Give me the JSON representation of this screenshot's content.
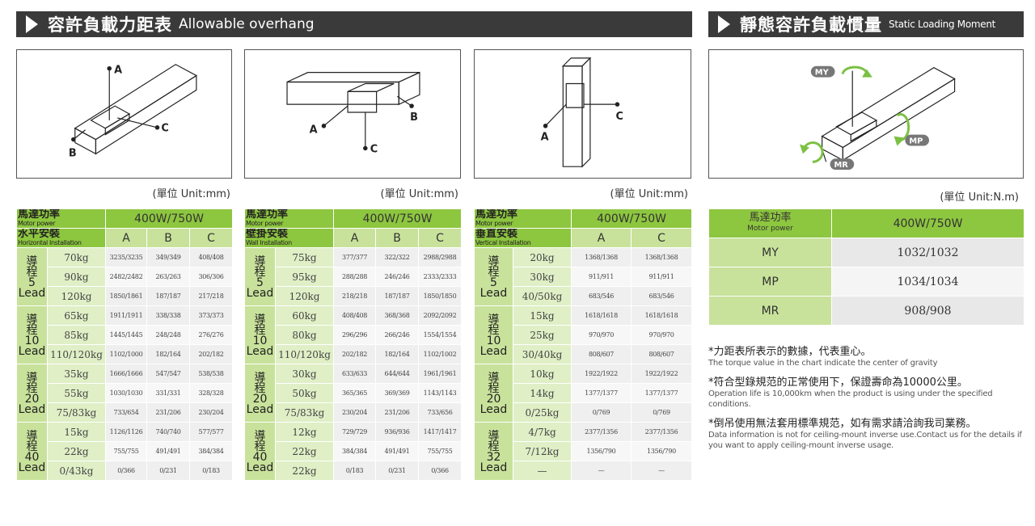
{
  "header_left": {
    "zh": "容許負載力距表",
    "en": "Allowable overhang"
  },
  "header_right": {
    "zh": "靜態容許負載慣量",
    "en": "Static Loading Moment"
  },
  "diagrams": {
    "horizontal": {
      "labels": [
        "A",
        "B",
        "C"
      ]
    },
    "wall": {
      "labels": [
        "A",
        "B",
        "C"
      ]
    },
    "vertical": {
      "labels": [
        "A",
        "C"
      ]
    },
    "moment": {
      "labels": [
        "MY",
        "MP",
        "MR"
      ]
    }
  },
  "units": {
    "mm": "(單位 Unit:mm)",
    "nm": "(單位 Unit:N.m)"
  },
  "common": {
    "motor_zh": "馬達功率",
    "motor_en": "Motor power",
    "power": "400W/750W"
  },
  "table_h": {
    "install_zh": "水平安裝",
    "install_en": "Horizontal Installation",
    "cols": [
      "A",
      "B",
      "C"
    ],
    "groups": [
      {
        "lead": [
          "導",
          "程",
          "5",
          "Lead"
        ],
        "rows": [
          [
            "70kg",
            "3235/3235",
            "349/349",
            "408/408"
          ],
          [
            "90kg",
            "2482/2482",
            "263/263",
            "306/306"
          ],
          [
            "120kg",
            "1850/1861",
            "187/187",
            "217/218"
          ]
        ]
      },
      {
        "lead": [
          "導",
          "程",
          "10",
          "Lead"
        ],
        "rows": [
          [
            "65kg",
            "1911/1911",
            "338/338",
            "373/373"
          ],
          [
            "85kg",
            "1445/1445",
            "248/248",
            "276/276"
          ],
          [
            "110/120kg",
            "1102/1000",
            "182/164",
            "202/182"
          ]
        ]
      },
      {
        "lead": [
          "導",
          "程",
          "20",
          "Lead"
        ],
        "rows": [
          [
            "35kg",
            "1666/1666",
            "547/547",
            "538/538"
          ],
          [
            "55kg",
            "1030/1030",
            "331/331",
            "328/328"
          ],
          [
            "75/83kg",
            "733/654",
            "231/206",
            "230/204"
          ]
        ]
      },
      {
        "lead": [
          "導",
          "程",
          "40",
          "Lead"
        ],
        "rows": [
          [
            "15kg",
            "1126/1126",
            "740/740",
            "577/577"
          ],
          [
            "22kg",
            "755/755",
            "491/491",
            "384/384"
          ],
          [
            "0/43kg",
            "0/366",
            "0/231",
            "0/183"
          ]
        ]
      }
    ]
  },
  "table_w": {
    "install_zh": "壁掛安裝",
    "install_en": "Wall Installation",
    "cols": [
      "A",
      "B",
      "C"
    ],
    "groups": [
      {
        "lead": [
          "導",
          "程",
          "5",
          "Lead"
        ],
        "rows": [
          [
            "75kg",
            "377/377",
            "322/322",
            "2988/2988"
          ],
          [
            "95kg",
            "288/288",
            "246/246",
            "2333/2333"
          ],
          [
            "120kg",
            "218/218",
            "187/187",
            "1850/1850"
          ]
        ]
      },
      {
        "lead": [
          "導",
          "程",
          "10",
          "Lead"
        ],
        "rows": [
          [
            "60kg",
            "408/408",
            "368/368",
            "2092/2092"
          ],
          [
            "80kg",
            "296/296",
            "266/246",
            "1554/1554"
          ],
          [
            "110/120kg",
            "202/182",
            "182/164",
            "1102/1002"
          ]
        ]
      },
      {
        "lead": [
          "導",
          "程",
          "20",
          "Lead"
        ],
        "rows": [
          [
            "30kg",
            "633/633",
            "644/644",
            "1961/1961"
          ],
          [
            "50kg",
            "365/365",
            "369/369",
            "1143/1143"
          ],
          [
            "75/83kg",
            "230/204",
            "231/206",
            "733/656"
          ]
        ]
      },
      {
        "lead": [
          "導",
          "程",
          "40",
          "Lead"
        ],
        "rows": [
          [
            "12kg",
            "729/729",
            "936/936",
            "1417/1417"
          ],
          [
            "22kg",
            "384/384",
            "491/491",
            "755/755"
          ],
          [
            "22kg",
            "0/183",
            "0/231",
            "0/366"
          ]
        ]
      }
    ]
  },
  "table_v": {
    "install_zh": "垂直安裝",
    "install_en": "Vertical Installation",
    "cols": [
      "A",
      "C"
    ],
    "groups": [
      {
        "lead": [
          "導",
          "程",
          "5",
          "Lead"
        ],
        "rows": [
          [
            "20kg",
            "1368/1368",
            "1368/1368"
          ],
          [
            "30kg",
            "911/911",
            "911/911"
          ],
          [
            "40/50kg",
            "683/546",
            "683/546"
          ]
        ]
      },
      {
        "lead": [
          "導",
          "程",
          "10",
          "Lead"
        ],
        "rows": [
          [
            "15kg",
            "1618/1618",
            "1618/1618"
          ],
          [
            "25kg",
            "970/970",
            "970/970"
          ],
          [
            "30/40kg",
            "808/607",
            "808/607"
          ]
        ]
      },
      {
        "lead": [
          "導",
          "程",
          "20",
          "Lead"
        ],
        "rows": [
          [
            "10kg",
            "1922/1922",
            "1922/1922"
          ],
          [
            "14kg",
            "1377/1377",
            "1377/1377"
          ],
          [
            "0/25kg",
            "0/769",
            "0/769"
          ]
        ]
      },
      {
        "lead": [
          "導",
          "程",
          "32",
          "Lead"
        ],
        "rows": [
          [
            "4/7kg",
            "2377/1356",
            "2377/1356"
          ],
          [
            "7/12kg",
            "1356/790",
            "1356/790"
          ],
          [
            "—",
            "—",
            "—"
          ]
        ]
      }
    ]
  },
  "static_table": {
    "rows": [
      [
        "MY",
        "1032/1032"
      ],
      [
        "MP",
        "1034/1034"
      ],
      [
        "MR",
        "908/908"
      ]
    ]
  },
  "notes": [
    {
      "zh": "*力距表所表示的數據，代表重心。",
      "en": "The torque value in the chart indicate the center of gravity"
    },
    {
      "zh": "*符合型錄規范的正常使用下，保證壽命為10000公里。",
      "en": "Operation life is 10,000km when the product is using under the specified conditions."
    },
    {
      "zh": "*倒吊使用無法套用標準規范，如有需求請洽詢我司業務。",
      "en": "Data information is not for ceiling-mount inverse use.Contact us for the details if you want to apply ceiling-mount inverse usage."
    }
  ]
}
